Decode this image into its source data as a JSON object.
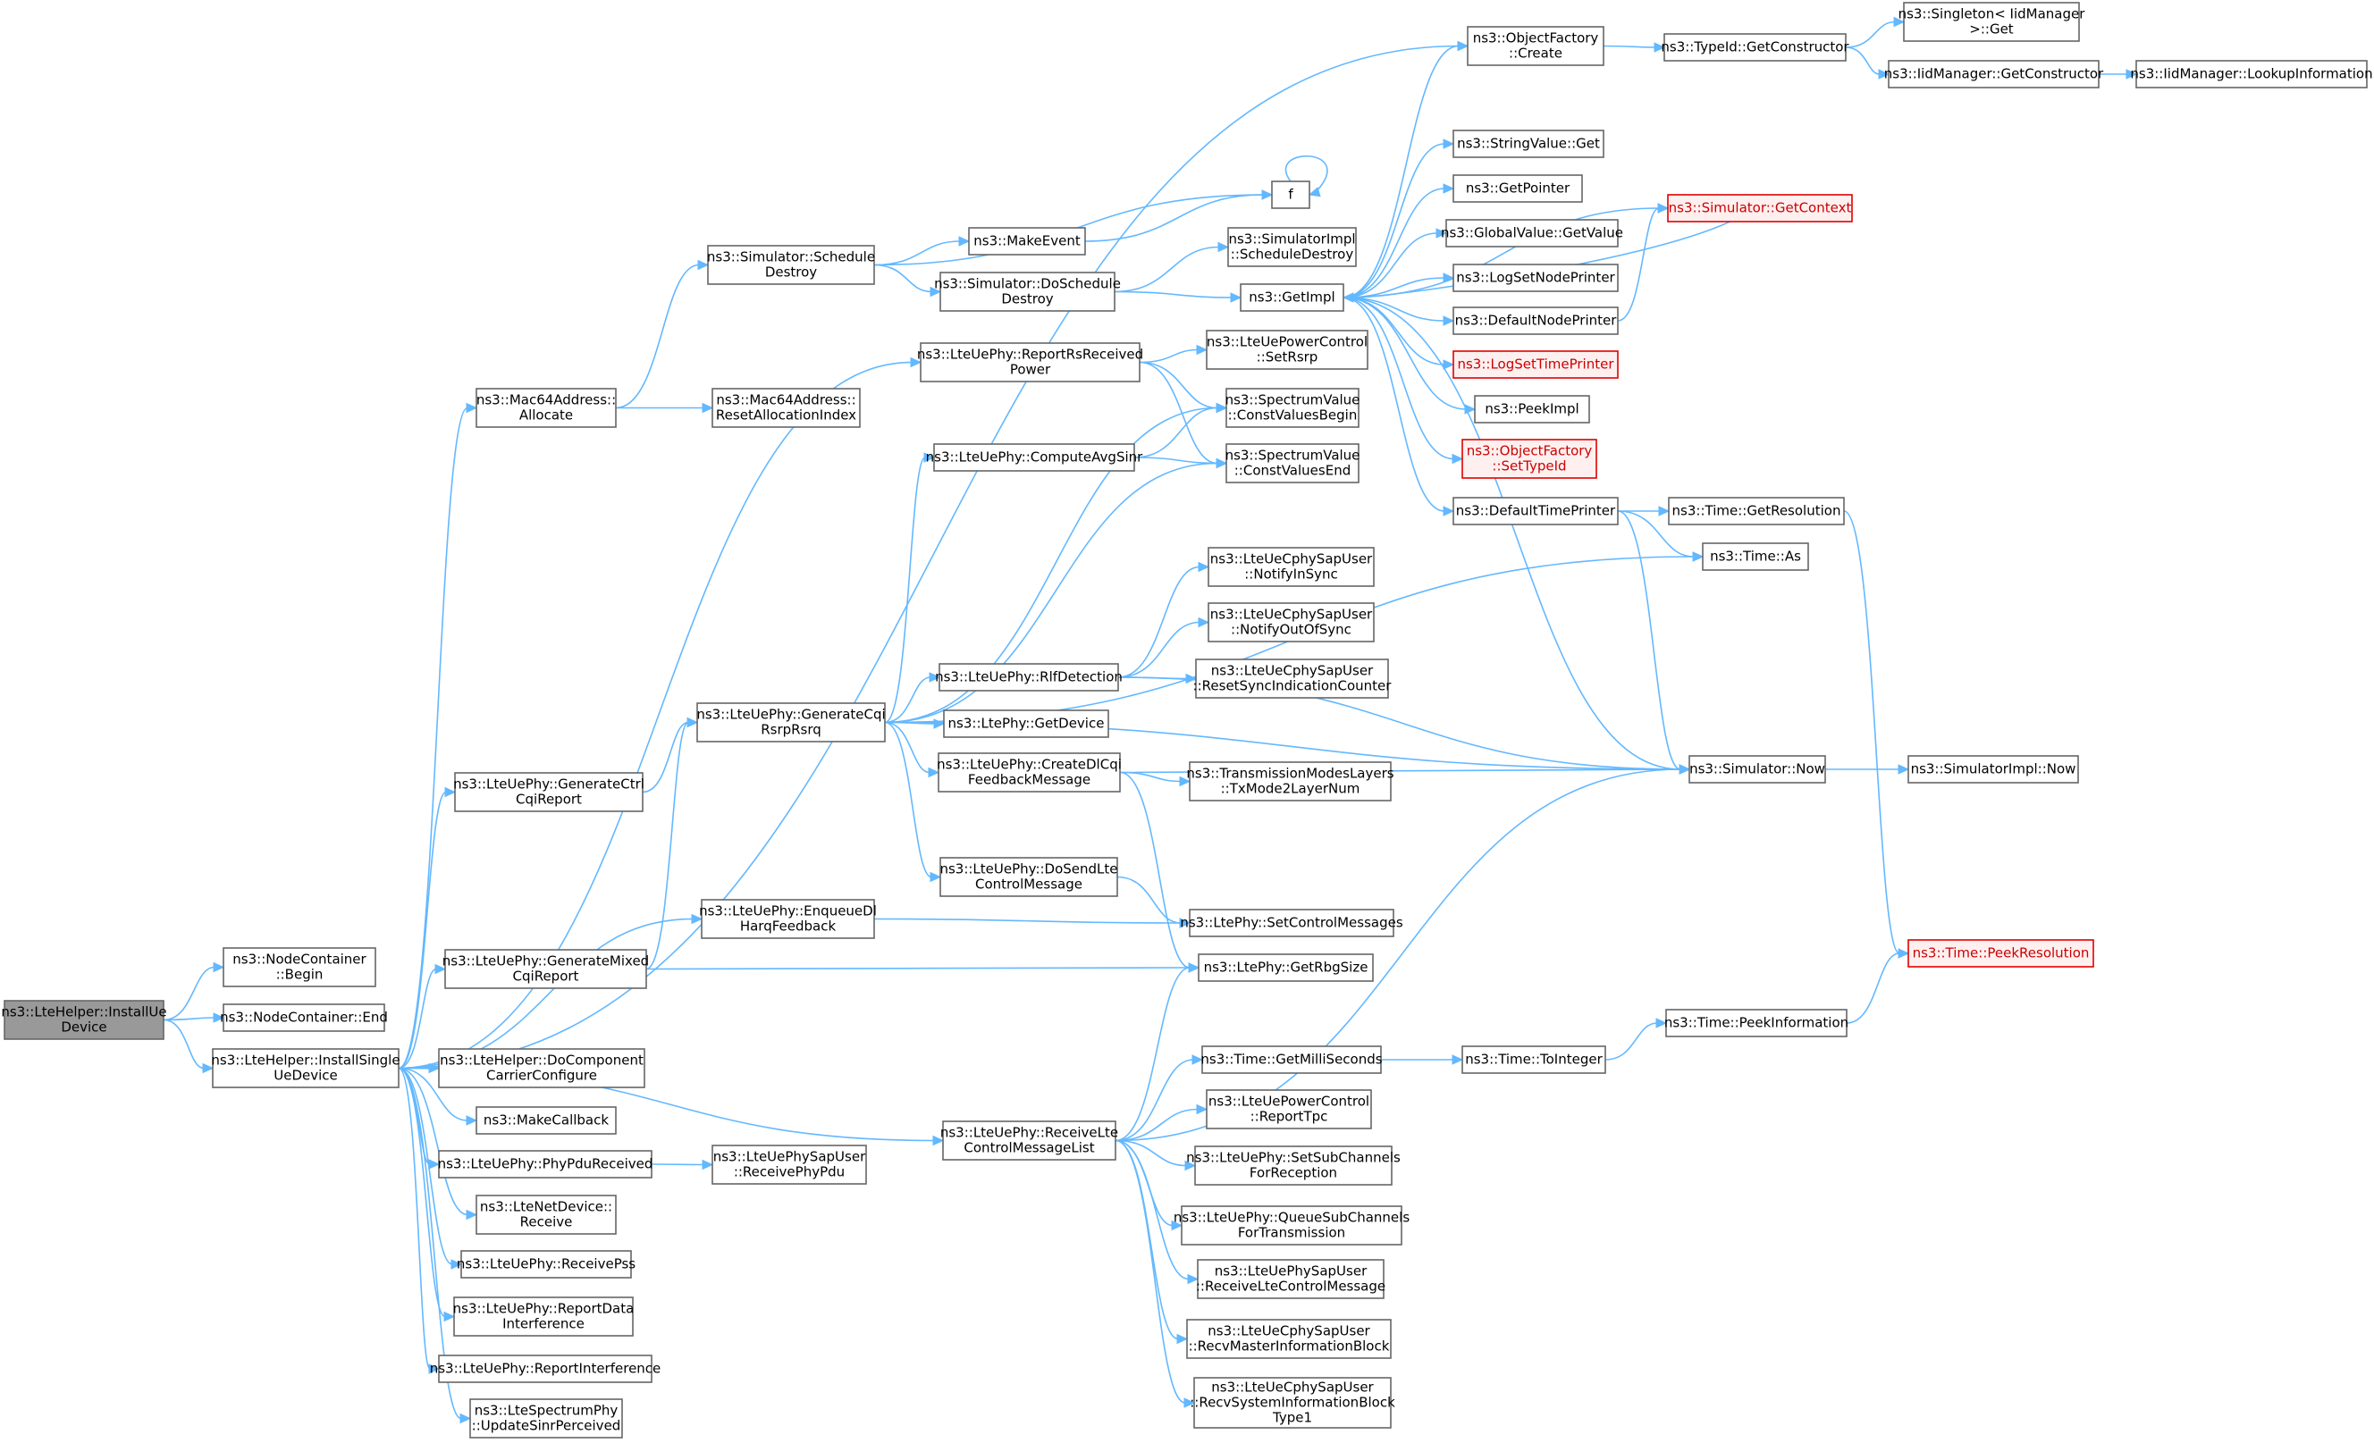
{
  "graph": {
    "colors": {
      "edge": "#63b8ff",
      "node_border": "#666666",
      "root_fill": "#999999",
      "truncated_border": "#e00000",
      "truncated_text": "#cc0000"
    },
    "nodes": [
      {
        "id": "installue",
        "lines": [
          "ns3::LteHelper::InstallUe",
          "Device"
        ],
        "kind": "root"
      },
      {
        "id": "nc_begin",
        "lines": [
          "ns3::NodeContainer",
          "::Begin"
        ]
      },
      {
        "id": "nc_end",
        "lines": [
          "ns3::NodeContainer::End"
        ]
      },
      {
        "id": "installsingle",
        "lines": [
          "ns3::LteHelper::InstallSingle",
          "UeDevice"
        ]
      },
      {
        "id": "of_create",
        "lines": [
          "ns3::ObjectFactory",
          "::Create"
        ]
      },
      {
        "id": "typeid_getctor",
        "lines": [
          "ns3::TypeId::GetConstructor"
        ]
      },
      {
        "id": "singleton_get",
        "lines": [
          "ns3::Singleton< IidManager",
          ">::Get"
        ]
      },
      {
        "id": "iid_getctor",
        "lines": [
          "ns3::IidManager::GetConstructor"
        ]
      },
      {
        "id": "iid_lookup",
        "lines": [
          "ns3::IidManager::LookupInformation"
        ]
      },
      {
        "id": "stringvalue_get",
        "lines": [
          "ns3::StringValue::Get"
        ]
      },
      {
        "id": "f",
        "lines": [
          "f"
        ]
      },
      {
        "id": "getpointer",
        "lines": [
          "ns3::GetPointer"
        ]
      },
      {
        "id": "sim_getcontext",
        "lines": [
          "ns3::Simulator::GetContext"
        ],
        "kind": "truncated"
      },
      {
        "id": "globalvalue_get",
        "lines": [
          "ns3::GlobalValue::GetValue"
        ]
      },
      {
        "id": "sim_scheddestroy",
        "lines": [
          "ns3::Simulator::Schedule",
          "Destroy"
        ]
      },
      {
        "id": "makeevent",
        "lines": [
          "ns3::MakeEvent"
        ]
      },
      {
        "id": "simimpl_scheddestroy",
        "lines": [
          "ns3::SimulatorImpl",
          "::ScheduleDestroy"
        ]
      },
      {
        "id": "sim_doscheddestroy",
        "lines": [
          "ns3::Simulator::DoSchedule",
          "Destroy"
        ]
      },
      {
        "id": "getimpl",
        "lines": [
          "ns3::GetImpl"
        ]
      },
      {
        "id": "logsetnodeprinter",
        "lines": [
          "ns3::LogSetNodePrinter"
        ]
      },
      {
        "id": "defaultnodeprinter",
        "lines": [
          "ns3::DefaultNodePrinter"
        ]
      },
      {
        "id": "reportrsreceived",
        "lines": [
          "ns3::LteUePhy::ReportRsReceived",
          "Power"
        ]
      },
      {
        "id": "pc_setrsrp",
        "lines": [
          "ns3::LteUePowerControl",
          "::SetRsrp"
        ]
      },
      {
        "id": "logsettimeprinter",
        "lines": [
          "ns3::LogSetTimePrinter"
        ],
        "kind": "truncated"
      },
      {
        "id": "mac64_allocate",
        "lines": [
          "ns3::Mac64Address::",
          "Allocate"
        ]
      },
      {
        "id": "mac64_reset",
        "lines": [
          "ns3::Mac64Address::",
          "ResetAllocationIndex"
        ]
      },
      {
        "id": "sv_begin",
        "lines": [
          "ns3::SpectrumValue",
          "::ConstValuesBegin"
        ]
      },
      {
        "id": "peekimpl",
        "lines": [
          "ns3::PeekImpl"
        ]
      },
      {
        "id": "computeavgsinr",
        "lines": [
          "ns3::LteUePhy::ComputeAvgSinr"
        ]
      },
      {
        "id": "sv_end",
        "lines": [
          "ns3::SpectrumValue",
          "::ConstValuesEnd"
        ]
      },
      {
        "id": "of_settypeid",
        "lines": [
          "ns3::ObjectFactory",
          "::SetTypeId"
        ],
        "kind": "truncated"
      },
      {
        "id": "defaulttimeprinter",
        "lines": [
          "ns3::DefaultTimePrinter"
        ]
      },
      {
        "id": "time_getres",
        "lines": [
          "ns3::Time::GetResolution"
        ]
      },
      {
        "id": "time_as",
        "lines": [
          "ns3::Time::As"
        ]
      },
      {
        "id": "notifyinsync",
        "lines": [
          "ns3::LteUeCphySapUser",
          "::NotifyInSync"
        ]
      },
      {
        "id": "notifyoutofsync",
        "lines": [
          "ns3::LteUeCphySapUser",
          "::NotifyOutOfSync"
        ]
      },
      {
        "id": "rlfdetection",
        "lines": [
          "ns3::LteUePhy::RlfDetection"
        ]
      },
      {
        "id": "resetsync",
        "lines": [
          "ns3::LteUeCphySapUser",
          "::ResetSyncIndicationCounter"
        ]
      },
      {
        "id": "generatecqi",
        "lines": [
          "ns3::LteUePhy::GenerateCqi",
          "RsrpRsrq"
        ]
      },
      {
        "id": "ltephy_getdevice",
        "lines": [
          "ns3::LtePhy::GetDevice"
        ]
      },
      {
        "id": "createdlcqi",
        "lines": [
          "ns3::LteUePhy::CreateDlCqi",
          "FeedbackMessage"
        ]
      },
      {
        "id": "txmode2layer",
        "lines": [
          "ns3::TransmissionModesLayers",
          "::TxMode2LayerNum"
        ]
      },
      {
        "id": "sim_now",
        "lines": [
          "ns3::Simulator::Now"
        ]
      },
      {
        "id": "simimpl_now",
        "lines": [
          "ns3::SimulatorImpl::Now"
        ]
      },
      {
        "id": "generatectrl",
        "lines": [
          "ns3::LteUePhy::GenerateCtrl",
          "CqiReport"
        ]
      },
      {
        "id": "dosendlte",
        "lines": [
          "ns3::LteUePhy::DoSendLte",
          "ControlMessage"
        ]
      },
      {
        "id": "enqueuedl",
        "lines": [
          "ns3::LteUePhy::EnqueueDl",
          "HarqFeedback"
        ]
      },
      {
        "id": "setcontrolmsgs",
        "lines": [
          "ns3::LtePhy::SetControlMessages"
        ]
      },
      {
        "id": "time_peekres",
        "lines": [
          "ns3::Time::PeekResolution"
        ],
        "kind": "truncated"
      },
      {
        "id": "generatemixed",
        "lines": [
          "ns3::LteUePhy::GenerateMixed",
          "CqiReport"
        ]
      },
      {
        "id": "getrbgsize",
        "lines": [
          "ns3::LtePhy::GetRbgSize"
        ]
      },
      {
        "id": "time_peekinfo",
        "lines": [
          "ns3::Time::PeekInformation"
        ]
      },
      {
        "id": "docomponentcarrier",
        "lines": [
          "ns3::LteHelper::DoComponent",
          "CarrierConfigure"
        ]
      },
      {
        "id": "time_getms",
        "lines": [
          "ns3::Time::GetMilliSeconds"
        ]
      },
      {
        "id": "time_tointeger",
        "lines": [
          "ns3::Time::ToInteger"
        ]
      },
      {
        "id": "makecallback",
        "lines": [
          "ns3::MakeCallback"
        ]
      },
      {
        "id": "pc_reporttpc",
        "lines": [
          "ns3::LteUePowerControl",
          "::ReportTpc"
        ]
      },
      {
        "id": "receivelte",
        "lines": [
          "ns3::LteUePhy::ReceiveLte",
          "ControlMessageList"
        ]
      },
      {
        "id": "phypdureceived",
        "lines": [
          "ns3::LteUePhy::PhyPduReceived"
        ]
      },
      {
        "id": "receivephypdu",
        "lines": [
          "ns3::LteUePhySapUser",
          "::ReceivePhyPdu"
        ]
      },
      {
        "id": "setsubchannels",
        "lines": [
          "ns3::LteUePhy::SetSubChannels",
          "ForReception"
        ]
      },
      {
        "id": "netdevice_receive",
        "lines": [
          "ns3::LteNetDevice::",
          "Receive"
        ]
      },
      {
        "id": "queuesubchannels",
        "lines": [
          "ns3::LteUePhy::QueueSubChannels",
          "ForTransmission"
        ]
      },
      {
        "id": "receivepss",
        "lines": [
          "ns3::LteUePhy::ReceivePss"
        ]
      },
      {
        "id": "receiveltectrl",
        "lines": [
          "ns3::LteUePhySapUser",
          "::ReceiveLteControlMessage"
        ]
      },
      {
        "id": "reportdata",
        "lines": [
          "ns3::LteUePhy::ReportData",
          "Interference"
        ]
      },
      {
        "id": "recvmaster",
        "lines": [
          "ns3::LteUeCphySapUser",
          "::RecvMasterInformationBlock"
        ]
      },
      {
        "id": "reportinterference",
        "lines": [
          "ns3::LteUePhy::ReportInterference"
        ]
      },
      {
        "id": "recvsystem",
        "lines": [
          "ns3::LteUeCphySapUser",
          "::RecvSystemInformationBlock",
          "Type1"
        ]
      },
      {
        "id": "updatesinr",
        "lines": [
          "ns3::LteSpectrumPhy",
          "::UpdateSinrPerceived"
        ]
      }
    ]
  }
}
